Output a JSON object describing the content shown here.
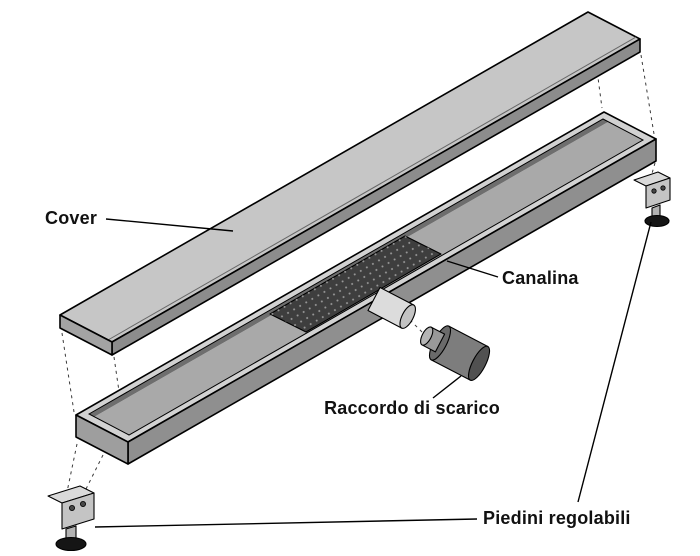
{
  "labels": {
    "cover": "Cover",
    "channel": "Canalina",
    "drain_fitting": "Raccordo di scarico",
    "feet": "Piedini regolabili"
  },
  "colors": {
    "background": "#ffffff",
    "line": "#000000",
    "label_text": "#111111",
    "cover_top": "#c6c6c6",
    "cover_front": "#8c8c8c",
    "cover_side": "#a3a3a3",
    "channel_rim": "#d2d2d2",
    "channel_far_wall": "#6e6e6e",
    "channel_bottom": "#a9a9a9",
    "channel_front": "#8f8f8f",
    "channel_side": "#9e9e9e",
    "grate": "#3e3e3e",
    "grate_dot": "#9a9a9a",
    "connector_body": "#dcdcdc",
    "connector_cap": "#c3c3c3",
    "fitting_body": "#7d7d7d",
    "fitting_near": "#6a6a6a",
    "fitting_end": "#515151",
    "fitting_nose": "#999999",
    "fitting_nose_cap": "#b5b5b5",
    "foot_metal_top": "#dadada",
    "foot_metal": "#c4c4c4",
    "foot_stem": "#b2b2b2",
    "foot_hole": "#474747",
    "foot_pad": "#151515"
  }
}
